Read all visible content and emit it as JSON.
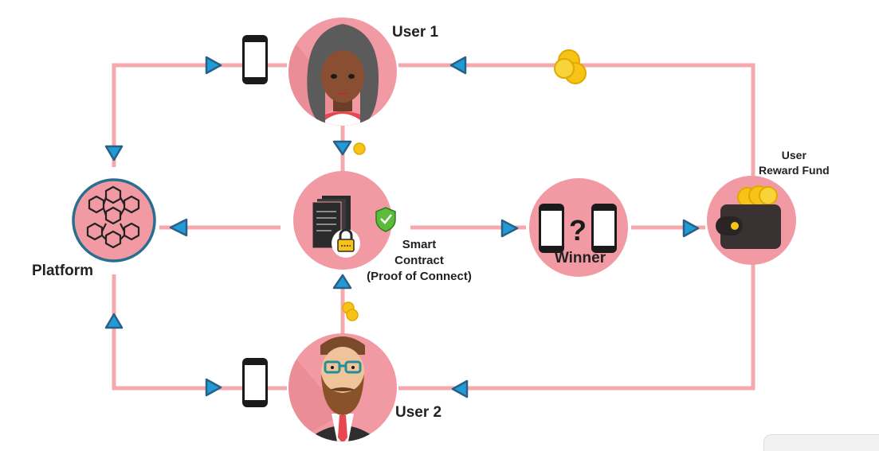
{
  "nodes": {
    "user1": "User 1",
    "user2": "User 2",
    "platform": "Platform",
    "reward_fund": [
      "User",
      "Reward Fund"
    ],
    "smart_contract": [
      "Smart",
      "Contract",
      "(Proof of Connect)"
    ],
    "winner": "Winner",
    "winner_symbol": "?"
  },
  "colors": {
    "connector": "#f4a9ae",
    "node_fill": "#f29aa3",
    "arrow_fill": "#1f9cd8",
    "arrow_outline": "#2a5f86",
    "coin": "#f7c317",
    "platform_ring": "#2a6e8f"
  },
  "icons": [
    "phone-icon",
    "coin-icon",
    "blockchain-icon",
    "document-stack-icon",
    "padlock-icon",
    "shield-check-icon",
    "wallet-icon",
    "question-mark-icon"
  ]
}
